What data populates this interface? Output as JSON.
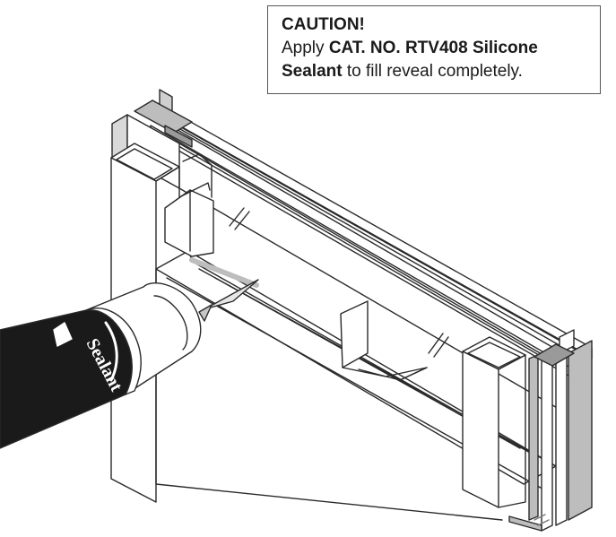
{
  "caution": {
    "title": "CAUTION!",
    "line2_prefix": "Apply ",
    "product": "CAT. NO. RTV408 Silicone",
    "line3_bold": "Sealant",
    "line3_rest": " to fill reveal completely."
  },
  "tube": {
    "label": "Sealant"
  },
  "colors": {
    "line": "#2a2a2a",
    "gray_fill": "#bdbdbd",
    "dark_fill": "#1a1a1a"
  }
}
